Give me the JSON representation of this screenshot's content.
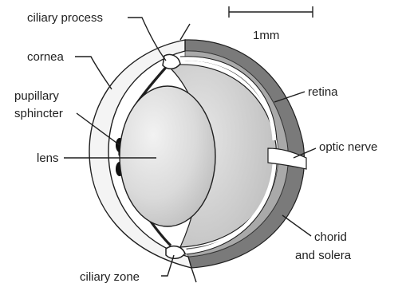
{
  "diagram": {
    "scale_bar": {
      "label": "1mm"
    },
    "labels": {
      "ciliary_process": "ciliary process",
      "cornea": "cornea",
      "pupillary_sphincter_line1": "pupillary",
      "pupillary_sphincter_line2": "sphincter",
      "lens": "lens",
      "ciliary_zone": "ciliary zone",
      "retina": "retina",
      "optic_nerve": "optic nerve",
      "chorid_line1": "chorid",
      "chorid_line2": "and solera"
    },
    "colors": {
      "outline": "#1f1f1f",
      "lens_fill": "#dcdcdc",
      "vitreous_fill": "#cfcfcf",
      "sclera_fill": "#7a7a7a",
      "cornea_fill": "#f4f4f4"
    }
  }
}
